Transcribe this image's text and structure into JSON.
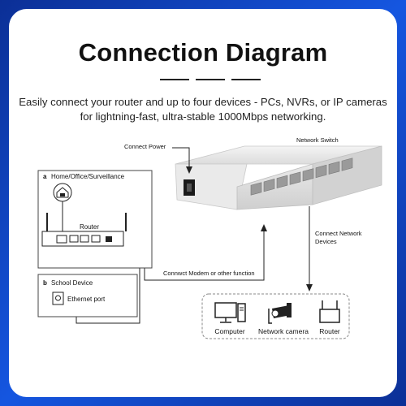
{
  "title": "Connection Diagram",
  "subtitle_line1": "Easily connect your router and up to four devices - PCs, NVRs, or IP cameras",
  "subtitle_line2": "for lightning-fast, ultra-stable 1000Mbps networking.",
  "labels": {
    "connect_power": "Connect Power",
    "network_switch": "Network Switch",
    "connect_network_1": "Connect Network",
    "connect_network_2": "Devices",
    "modem": "Connwct Modem or other function"
  },
  "panel_a": {
    "letter": "a",
    "title": "Home/Office/Surveillance",
    "router": "Router"
  },
  "panel_b": {
    "letter": "b",
    "title": "School Device",
    "port": "Ethernet port"
  },
  "devices": [
    {
      "label": "Computer",
      "icon": "computer-icon"
    },
    {
      "label": "Network camera",
      "icon": "network-camera-icon"
    },
    {
      "label": "Router",
      "icon": "router-icon"
    }
  ],
  "colors": {
    "background": "#1556e0",
    "card": "#ffffff",
    "line": "#222222"
  }
}
